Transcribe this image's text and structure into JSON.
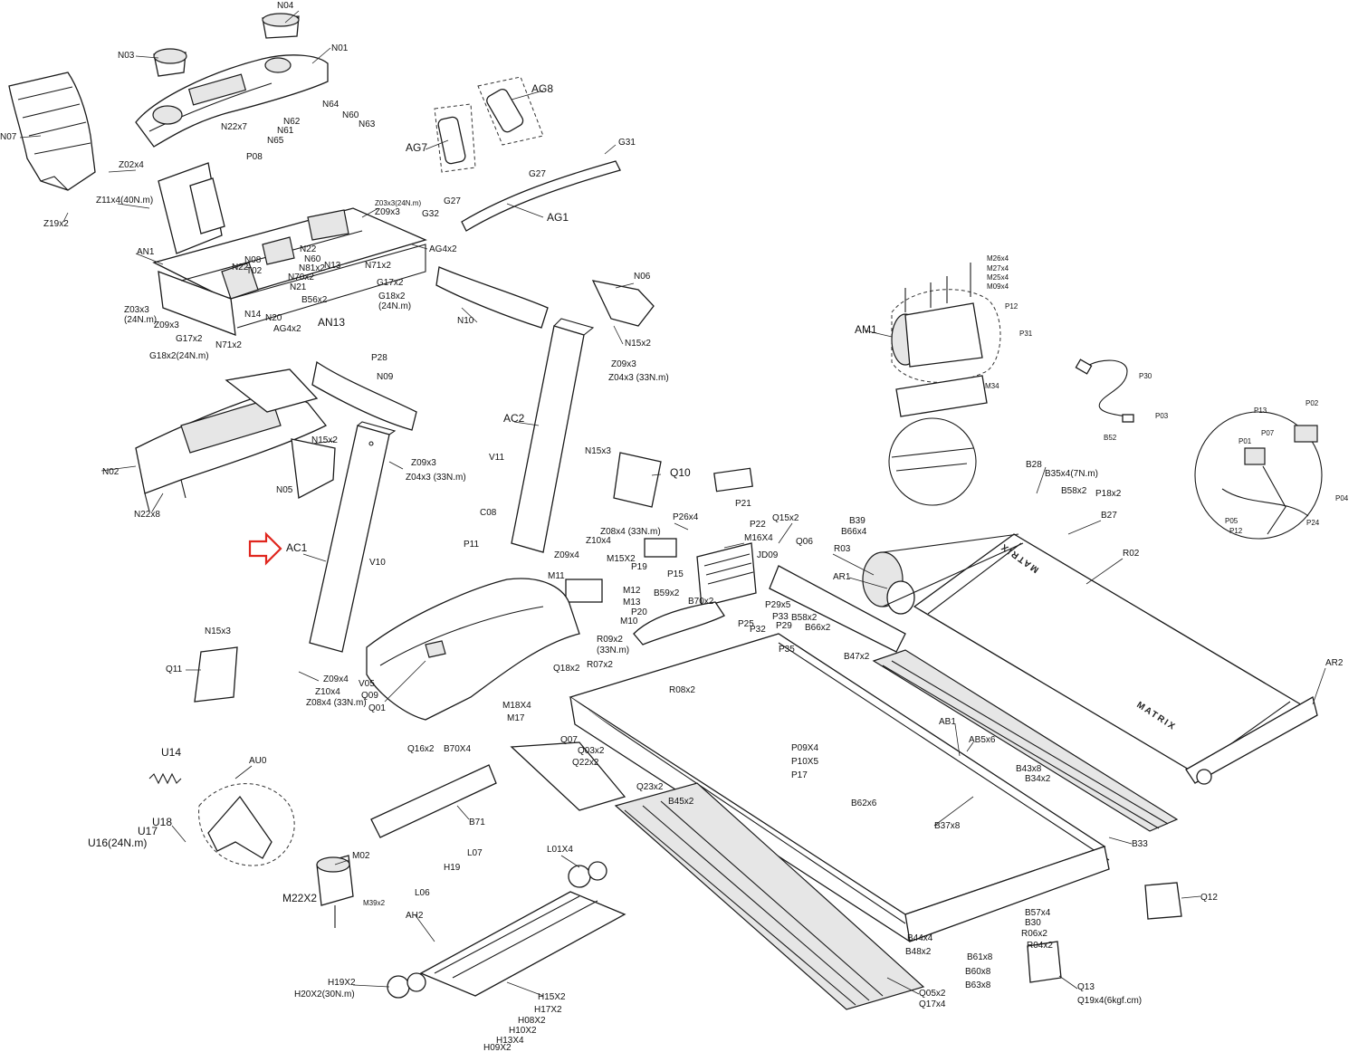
{
  "highlight": {
    "part": "AC1",
    "arrow_color": "#e0261e"
  },
  "brand_marks": [
    "MATRIX",
    "MATRIX"
  ],
  "labels": [
    {
      "id": "N04",
      "text": "N04"
    },
    {
      "id": "N03",
      "text": "N03"
    },
    {
      "id": "N01",
      "text": "N01"
    },
    {
      "id": "N07",
      "text": "N07"
    },
    {
      "id": "N64",
      "text": "N64"
    },
    {
      "id": "N60a",
      "text": "N60"
    },
    {
      "id": "N63",
      "text": "N63"
    },
    {
      "id": "N22x7",
      "text": "N22x7"
    },
    {
      "id": "N62",
      "text": "N62"
    },
    {
      "id": "N61",
      "text": "N61"
    },
    {
      "id": "N65",
      "text": "N65"
    },
    {
      "id": "P08",
      "text": "P08"
    },
    {
      "id": "Z02x4",
      "text": "Z02x4"
    },
    {
      "id": "Z11x4",
      "text": "Z11x4(40N.m)"
    },
    {
      "id": "Z19x2",
      "text": "Z19x2"
    },
    {
      "id": "Z03x3a",
      "text": "Z03x3(24N.m)"
    },
    {
      "id": "Z09x3a",
      "text": "Z09x3"
    },
    {
      "id": "AN1",
      "text": "AN1"
    },
    {
      "id": "N22a",
      "text": "N22"
    },
    {
      "id": "N08",
      "text": "N08"
    },
    {
      "id": "N60b",
      "text": "N60"
    },
    {
      "id": "N22b",
      "text": "N22"
    },
    {
      "id": "T02",
      "text": "T02"
    },
    {
      "id": "N81x2",
      "text": "N81x2"
    },
    {
      "id": "N13",
      "text": "N13"
    },
    {
      "id": "N70x2",
      "text": "N70x2"
    },
    {
      "id": "N21",
      "text": "N21"
    },
    {
      "id": "N71x2a",
      "text": "N71x2"
    },
    {
      "id": "G17x2a",
      "text": "G17x2"
    },
    {
      "id": "G18x2a",
      "text": "G18x2"
    },
    {
      "id": "G18x2a2",
      "text": "(24N.m)"
    },
    {
      "id": "B56x2",
      "text": "B56x2"
    },
    {
      "id": "Z03x3b",
      "text": "Z03x3"
    },
    {
      "id": "Z03x3b2",
      "text": "(24N.m)"
    },
    {
      "id": "Z09x3b",
      "text": "Z09x3"
    },
    {
      "id": "N14",
      "text": "N14"
    },
    {
      "id": "N20",
      "text": "N20"
    },
    {
      "id": "AN13",
      "text": "AN13"
    },
    {
      "id": "AG4x2a",
      "text": "AG4x2"
    },
    {
      "id": "AG4x2b",
      "text": "AG4x2"
    },
    {
      "id": "G17x2b",
      "text": "G17x2"
    },
    {
      "id": "N71x2b",
      "text": "N71x2"
    },
    {
      "id": "G18x2b",
      "text": "G18x2(24N.m)"
    },
    {
      "id": "P28",
      "text": "P28"
    },
    {
      "id": "AG7",
      "text": "AG7"
    },
    {
      "id": "AG8",
      "text": "AG8"
    },
    {
      "id": "G31",
      "text": "G31"
    },
    {
      "id": "G27a",
      "text": "G27"
    },
    {
      "id": "G27b",
      "text": "G27"
    },
    {
      "id": "G32",
      "text": "G32"
    },
    {
      "id": "AG1",
      "text": "AG1"
    },
    {
      "id": "N06",
      "text": "N06"
    },
    {
      "id": "N10",
      "text": "N10"
    },
    {
      "id": "N15x2a",
      "text": "N15x2"
    },
    {
      "id": "Z09x3c",
      "text": "Z09x3"
    },
    {
      "id": "Z04x3a",
      "text": "Z04x3 (33N.m)"
    },
    {
      "id": "N09",
      "text": "N09"
    },
    {
      "id": "N15x2b",
      "text": "N15x2"
    },
    {
      "id": "Z09x3d",
      "text": "Z09x3"
    },
    {
      "id": "Z04x3b",
      "text": "Z04x3 (33N.m)"
    },
    {
      "id": "N02",
      "text": "N02"
    },
    {
      "id": "N22x8",
      "text": "N22x8"
    },
    {
      "id": "N05",
      "text": "N05"
    },
    {
      "id": "AC2",
      "text": "AC2"
    },
    {
      "id": "V11",
      "text": "V11"
    },
    {
      "id": "N15x3a",
      "text": "N15x3"
    },
    {
      "id": "Q10",
      "text": "Q10"
    },
    {
      "id": "C08",
      "text": "C08"
    },
    {
      "id": "P11",
      "text": "P11"
    },
    {
      "id": "Z08x4a",
      "text": "Z08x4 (33N.m)"
    },
    {
      "id": "Z10x4a",
      "text": "Z10x4"
    },
    {
      "id": "Z09x4a",
      "text": "Z09x4"
    },
    {
      "id": "AC1",
      "text": "AC1"
    },
    {
      "id": "V10",
      "text": "V10"
    },
    {
      "id": "N15x3b",
      "text": "N15x3"
    },
    {
      "id": "Q11",
      "text": "Q11"
    },
    {
      "id": "Z09x4b",
      "text": "Z09x4"
    },
    {
      "id": "Z10x4b",
      "text": "Z10x4"
    },
    {
      "id": "Z08x4b",
      "text": "Z08x4 (33N.m)"
    },
    {
      "id": "V05",
      "text": "V05"
    },
    {
      "id": "Q09",
      "text": "Q09"
    },
    {
      "id": "Q01",
      "text": "Q01"
    },
    {
      "id": "P21",
      "text": "P21"
    },
    {
      "id": "P26x4",
      "text": "P26x4"
    },
    {
      "id": "P22",
      "text": "P22"
    },
    {
      "id": "M15X2",
      "text": "M15X2"
    },
    {
      "id": "P19",
      "text": "P19"
    },
    {
      "id": "P15",
      "text": "P15"
    },
    {
      "id": "M16X4",
      "text": "M16X4"
    },
    {
      "id": "Q15x2",
      "text": "Q15x2"
    },
    {
      "id": "Q06",
      "text": "Q06"
    },
    {
      "id": "JD09",
      "text": "JD09"
    },
    {
      "id": "M11",
      "text": "M11"
    },
    {
      "id": "M12",
      "text": "M12"
    },
    {
      "id": "M13",
      "text": "M13"
    },
    {
      "id": "B59x2",
      "text": "B59x2"
    },
    {
      "id": "B70x2",
      "text": "B70x2"
    },
    {
      "id": "P20",
      "text": "P20"
    },
    {
      "id": "M10",
      "text": "M10"
    },
    {
      "id": "P29x5",
      "text": "P29x5"
    },
    {
      "id": "P33",
      "text": "P33"
    },
    {
      "id": "P25",
      "text": "P25"
    },
    {
      "id": "P32",
      "text": "P32"
    },
    {
      "id": "P29",
      "text": "P29"
    },
    {
      "id": "B58x2a",
      "text": "B58x2"
    },
    {
      "id": "B66x2",
      "text": "B66x2"
    },
    {
      "id": "P35",
      "text": "P35"
    },
    {
      "id": "R09x2",
      "text": "R09x2"
    },
    {
      "id": "R09x2b",
      "text": "(33N.m)"
    },
    {
      "id": "B47x2",
      "text": "B47x2"
    },
    {
      "id": "Q18x2",
      "text": "Q18x2"
    },
    {
      "id": "R07x2",
      "text": "R07x2"
    },
    {
      "id": "R08x2",
      "text": "R08x2"
    },
    {
      "id": "M18X4",
      "text": "M18X4"
    },
    {
      "id": "M17",
      "text": "M17"
    },
    {
      "id": "Q07",
      "text": "Q07"
    },
    {
      "id": "Q03x2",
      "text": "Q03x2"
    },
    {
      "id": "Q22x2",
      "text": "Q22x2"
    },
    {
      "id": "Q23x2",
      "text": "Q23x2"
    },
    {
      "id": "Q16x2",
      "text": "Q16x2"
    },
    {
      "id": "B70X4",
      "text": "B70X4"
    },
    {
      "id": "P09X4",
      "text": "P09X4"
    },
    {
      "id": "P10X5",
      "text": "P10X5"
    },
    {
      "id": "P17",
      "text": "P17"
    },
    {
      "id": "B45x2",
      "text": "B45x2"
    },
    {
      "id": "AM1",
      "text": "AM1"
    },
    {
      "id": "M26x4",
      "text": "M26x4"
    },
    {
      "id": "M27x4",
      "text": "M27x4"
    },
    {
      "id": "M25x4",
      "text": "M25x4"
    },
    {
      "id": "M09x4",
      "text": "M09x4"
    },
    {
      "id": "P12a",
      "text": "P12"
    },
    {
      "id": "P31",
      "text": "P31"
    },
    {
      "id": "M34",
      "text": "M34"
    },
    {
      "id": "P30",
      "text": "P30"
    },
    {
      "id": "P03",
      "text": "P03"
    },
    {
      "id": "B52",
      "text": "B52"
    },
    {
      "id": "P13",
      "text": "P13"
    },
    {
      "id": "P02",
      "text": "P02"
    },
    {
      "id": "P07",
      "text": "P07"
    },
    {
      "id": "P01",
      "text": "P01"
    },
    {
      "id": "P04",
      "text": "P04"
    },
    {
      "id": "P05",
      "text": "P05"
    },
    {
      "id": "P12b",
      "text": "P12"
    },
    {
      "id": "P24",
      "text": "P24"
    },
    {
      "id": "B28",
      "text": "B28"
    },
    {
      "id": "B35x4",
      "text": "B35x4(7N.m)"
    },
    {
      "id": "B58x2b",
      "text": "B58x2"
    },
    {
      "id": "P18x2",
      "text": "P18x2"
    },
    {
      "id": "B27",
      "text": "B27"
    },
    {
      "id": "B39",
      "text": "B39"
    },
    {
      "id": "B66x4",
      "text": "B66x4"
    },
    {
      "id": "R03",
      "text": "R03"
    },
    {
      "id": "R02",
      "text": "R02"
    },
    {
      "id": "AR1",
      "text": "AR1"
    },
    {
      "id": "AR2",
      "text": "AR2"
    },
    {
      "id": "AB1",
      "text": "AB1"
    },
    {
      "id": "AB5x6",
      "text": "AB5x6"
    },
    {
      "id": "B43x8",
      "text": "B43x8"
    },
    {
      "id": "B34x2",
      "text": "B34x2"
    },
    {
      "id": "B62x6",
      "text": "B62x6"
    },
    {
      "id": "B37x8",
      "text": "B37x8"
    },
    {
      "id": "B33",
      "text": "B33"
    },
    {
      "id": "Q12",
      "text": "Q12"
    },
    {
      "id": "B57x4",
      "text": "B57x4"
    },
    {
      "id": "B30",
      "text": "B30"
    },
    {
      "id": "R06x2",
      "text": "R06x2"
    },
    {
      "id": "R04x2",
      "text": "R04x2"
    },
    {
      "id": "B44x4",
      "text": "B44x4"
    },
    {
      "id": "B48x2",
      "text": "B48x2"
    },
    {
      "id": "B61x8",
      "text": "B61x8"
    },
    {
      "id": "B60x8",
      "text": "B60x8"
    },
    {
      "id": "B63x8",
      "text": "B63x8"
    },
    {
      "id": "Q13",
      "text": "Q13"
    },
    {
      "id": "Q19x4",
      "text": "Q19x4(6kgf.cm)"
    },
    {
      "id": "Q05x2",
      "text": "Q05x2"
    },
    {
      "id": "Q17x4",
      "text": "Q17x4"
    },
    {
      "id": "B71",
      "text": "B71"
    },
    {
      "id": "U14",
      "text": "U14"
    },
    {
      "id": "AU0",
      "text": "AU0"
    },
    {
      "id": "U18",
      "text": "U18"
    },
    {
      "id": "U17",
      "text": "U17"
    },
    {
      "id": "U16",
      "text": "U16(24N.m)"
    },
    {
      "id": "M02",
      "text": "M02"
    },
    {
      "id": "M22X2",
      "text": "M22X2"
    },
    {
      "id": "M39x2",
      "text": "M39x2"
    },
    {
      "id": "L07",
      "text": "L07"
    },
    {
      "id": "L01X4",
      "text": "L01X4"
    },
    {
      "id": "H19",
      "text": "H19"
    },
    {
      "id": "L06",
      "text": "L06"
    },
    {
      "id": "AH2",
      "text": "AH2"
    },
    {
      "id": "H19X2",
      "text": "H19X2"
    },
    {
      "id": "H20X2",
      "text": "H20X2(30N.m)"
    },
    {
      "id": "H15X2",
      "text": "H15X2"
    },
    {
      "id": "H17X2",
      "text": "H17X2"
    },
    {
      "id": "H08X2",
      "text": "H08X2"
    },
    {
      "id": "H10X2",
      "text": "H10X2"
    },
    {
      "id": "H13X4",
      "text": "H13X4"
    },
    {
      "id": "H09X2",
      "text": "H09X2"
    }
  ]
}
